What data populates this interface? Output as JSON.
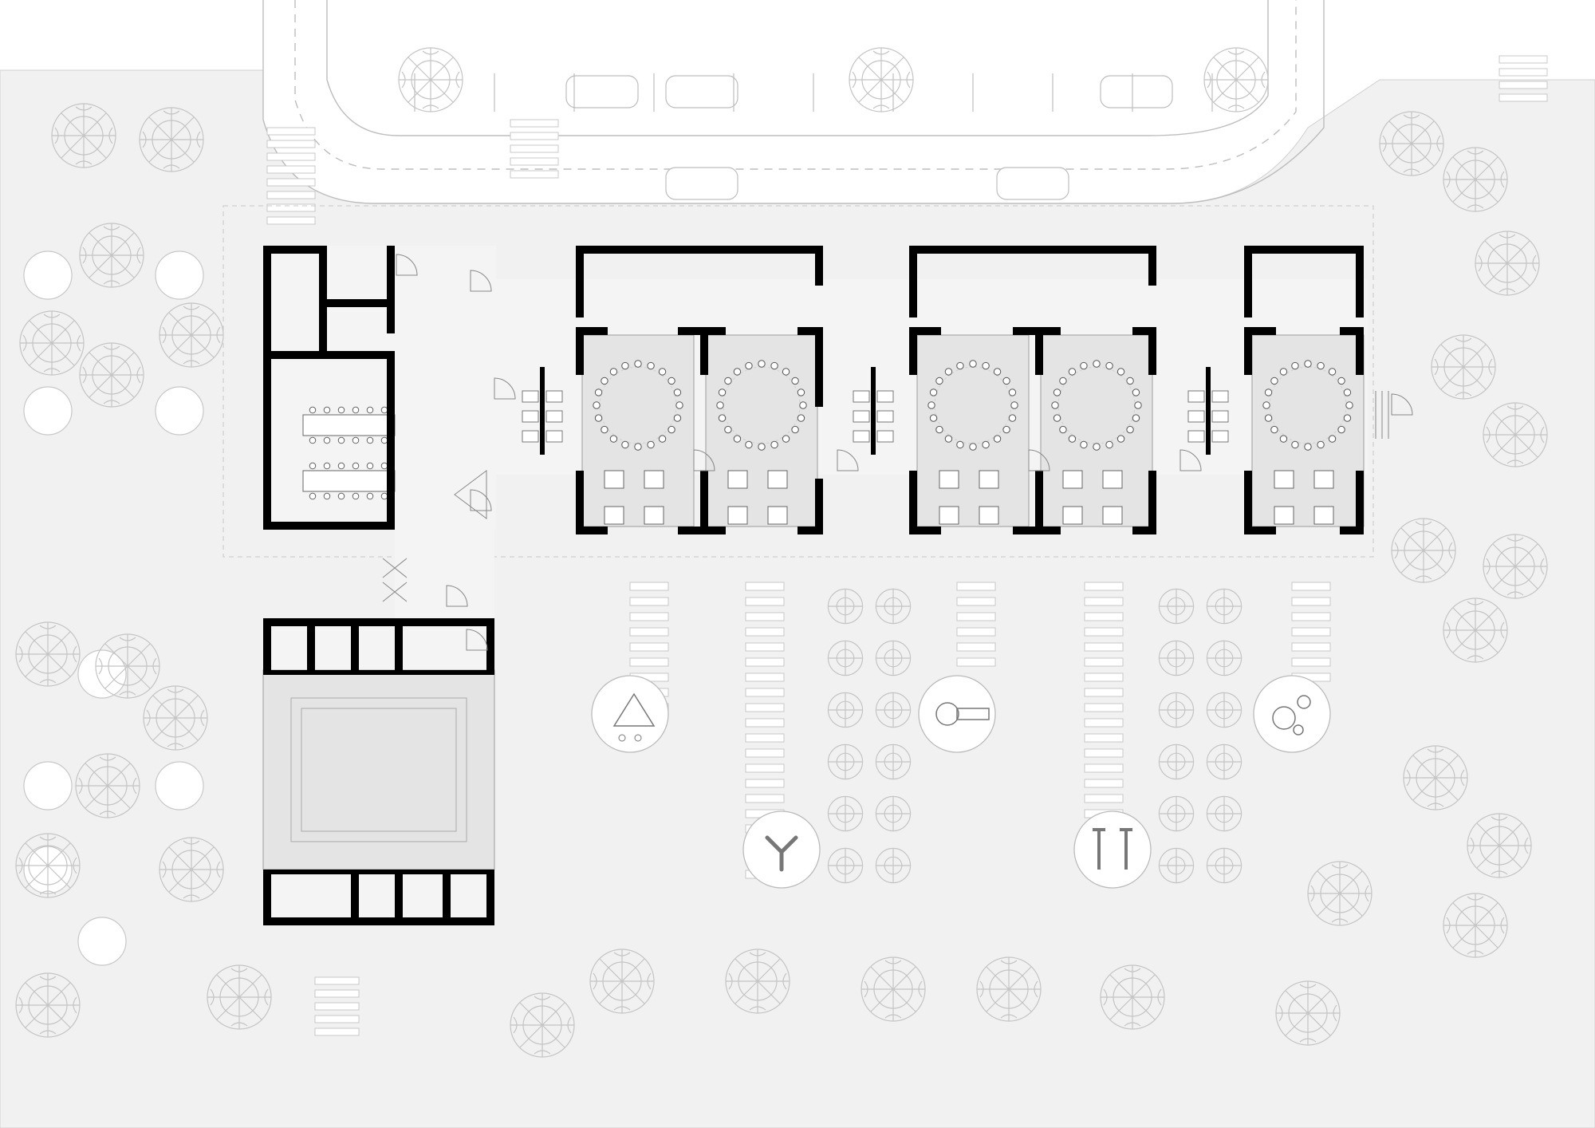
{
  "drawing": {
    "type": "architectural site and ground floor plan",
    "style": "monochrome line drawing",
    "colors": {
      "background": "#ffffff",
      "site_ground": "#f1f1f1",
      "building_floor": "#f4f4f4",
      "room_fill": "#e4e4e4",
      "walls": "#000000",
      "thin_lines": "#b0b0b0",
      "tree_outline": "#c4c4c4"
    },
    "building": {
      "classroom_units": 5,
      "round_table_groups": 5,
      "square_tables_per_unit": 4,
      "gym_annex": true
    },
    "site": {
      "playground_features": 6,
      "tree_canopy_icon": "tree-canopy-icon",
      "parking": true
    }
  }
}
